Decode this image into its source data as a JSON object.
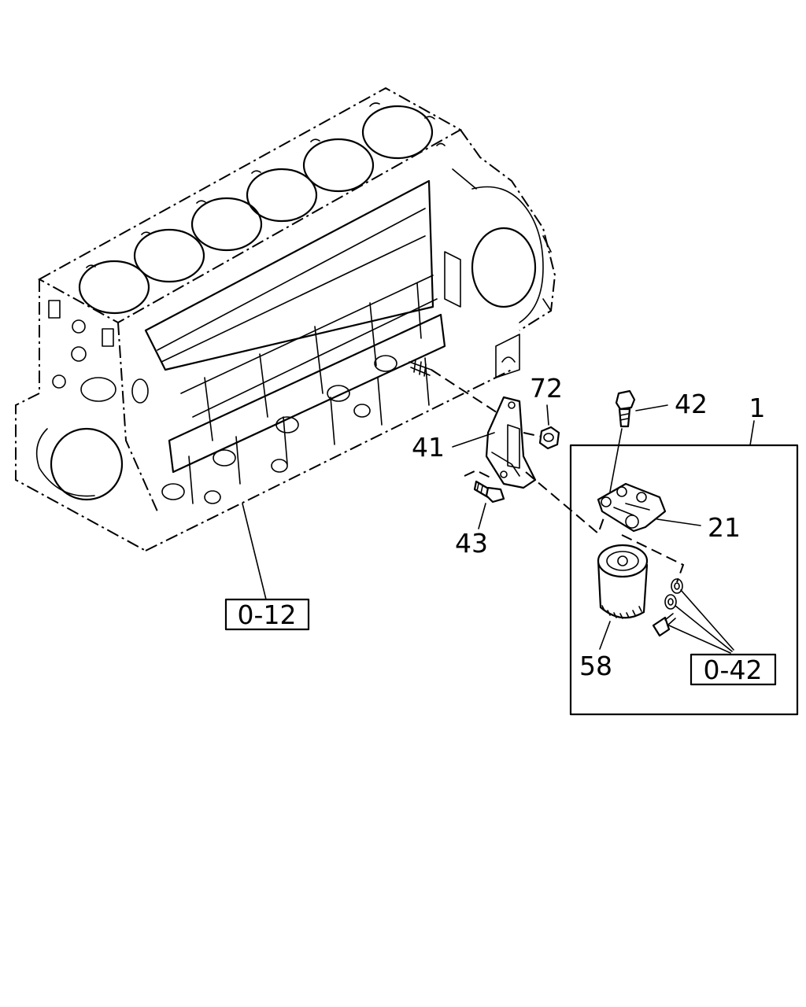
{
  "callouts": {
    "c1": "1",
    "c21": "21",
    "c41": "41",
    "c42": "42",
    "c43": "43",
    "c58": "58",
    "c72": "72"
  },
  "references": {
    "ref_block": "0-12",
    "ref_filter": "0-42"
  }
}
